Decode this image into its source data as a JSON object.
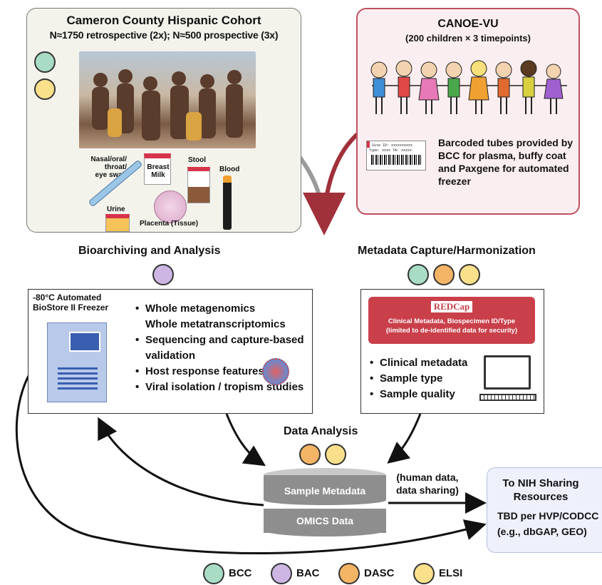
{
  "cohort": {
    "title": "Cameron County Hispanic Cohort",
    "subtitle": "N≈1750 retrospective (2x); N≈500 prospective (3x)",
    "samples": {
      "swab": "Nasal/oral/\nthroat/\neye swab",
      "milk": "Breast\nMilk",
      "stool": "Stool",
      "blood": "Blood",
      "urine": "Urine",
      "placenta": "Placenta (Tissue)"
    }
  },
  "canoe": {
    "title": "CANOE-VU",
    "subtitle": "(200 children × 3 timepoints)",
    "tubes_text": "Barcoded tubes provided by BCC for plasma, buffy coat and Paxgene for automated freezer",
    "label_line1": "Site ID: xxxxxxxxxx",
    "label_line2": "Type: xxxx  Tm: xxxxx"
  },
  "bioarchiving": {
    "heading": "Bioarchiving and Analysis",
    "freezer_label": "-80°C Automated\nBioStore II Freezer",
    "items": [
      {
        "text": "Whole metagenomics",
        "bullet": true
      },
      {
        "text": "Whole metatranscriptomics",
        "bullet": false
      },
      {
        "text": "Sequencing and capture-based validation",
        "bullet": true
      },
      {
        "text": "Host response features",
        "bullet": true
      },
      {
        "text": "Viral isolation / tropism studies",
        "bullet": true
      }
    ]
  },
  "metadata": {
    "heading": "Metadata Capture/Harmonization",
    "redcap_logo": "REDCap",
    "redcap_text": "Clinical Metadata, Biospecimen ID/Type\n(limited to de-identified data for security)",
    "items": [
      "Clinical metadata",
      "Sample type",
      "Sample quality"
    ]
  },
  "analysis": {
    "heading": "Data Analysis",
    "db_top": "Sample Metadata",
    "db_bottom": "OMICS Data",
    "arrow_label": "(human data,\ndata sharing)"
  },
  "nih": {
    "title": "To NIH Sharing\nResources",
    "body": "TBD per HVP/CODCC\n(e.g., dbGAP, GEO)"
  },
  "legend": [
    {
      "label": "BCC",
      "color": "#a8dcc4"
    },
    {
      "label": "BAC",
      "color": "#cdb6e4"
    },
    {
      "label": "DASC",
      "color": "#f3b465"
    },
    {
      "label": "ELSI",
      "color": "#fbe08c"
    }
  ]
}
